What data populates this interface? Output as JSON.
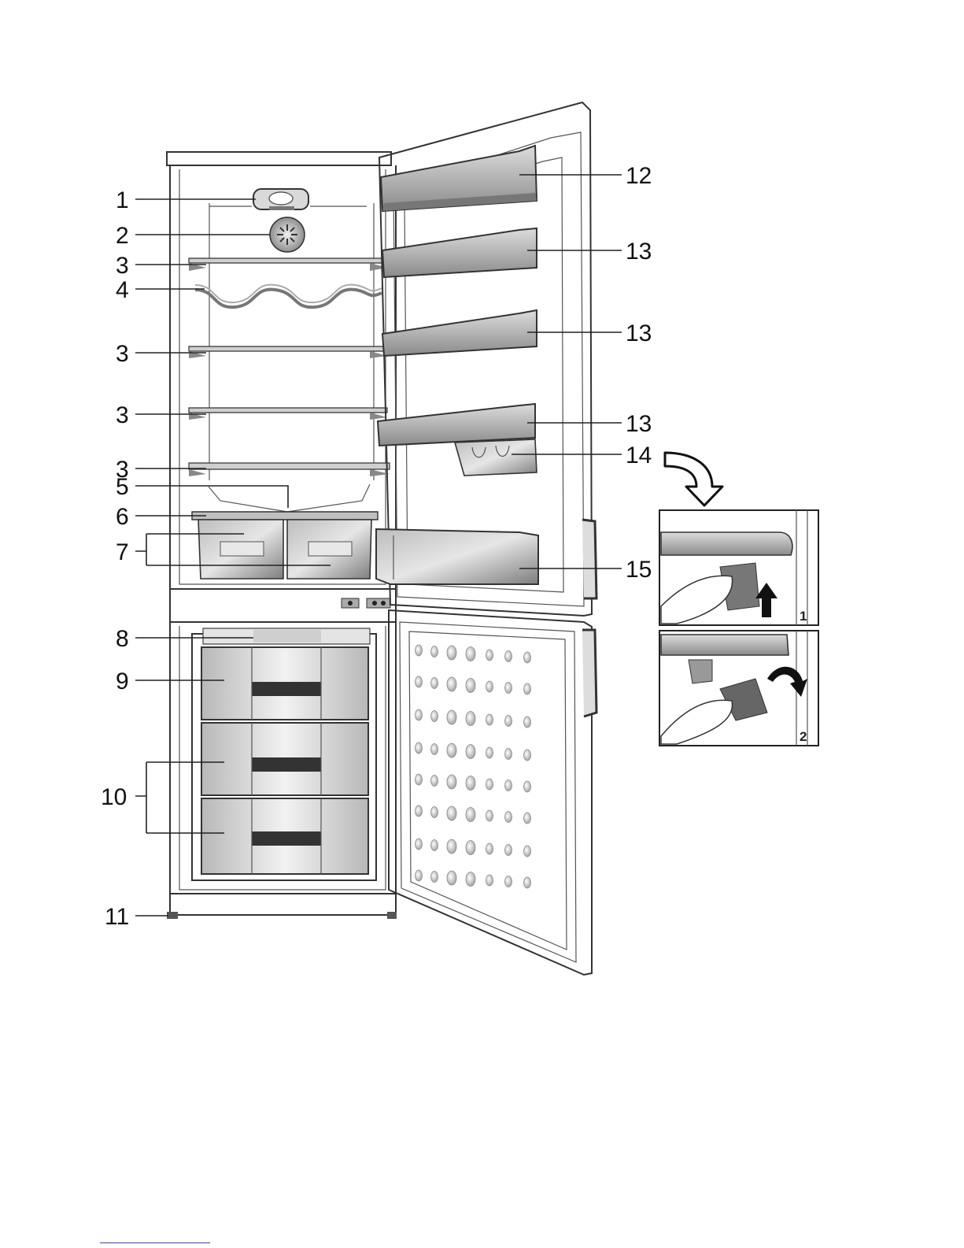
{
  "callouts": {
    "c1": "1",
    "c2": "2",
    "c3a": "3",
    "c4": "4",
    "c3b": "3",
    "c3c": "3",
    "c3d": "3",
    "c5": "5",
    "c6": "6",
    "c7": "7",
    "c8": "8",
    "c9": "9",
    "c10": "10",
    "c11": "11",
    "c12": "12",
    "c13a": "13",
    "c13b": "13",
    "c13c": "13",
    "c14": "14",
    "c15": "15"
  },
  "steps": {
    "s1": "1",
    "s2": "2"
  },
  "colors": {
    "line": "#222222",
    "shelf": "#8c8c8c",
    "bin": "#9a9a9a",
    "drawer": "#cfcfcf",
    "body": "#ffffff",
    "arrow": "#111111"
  }
}
